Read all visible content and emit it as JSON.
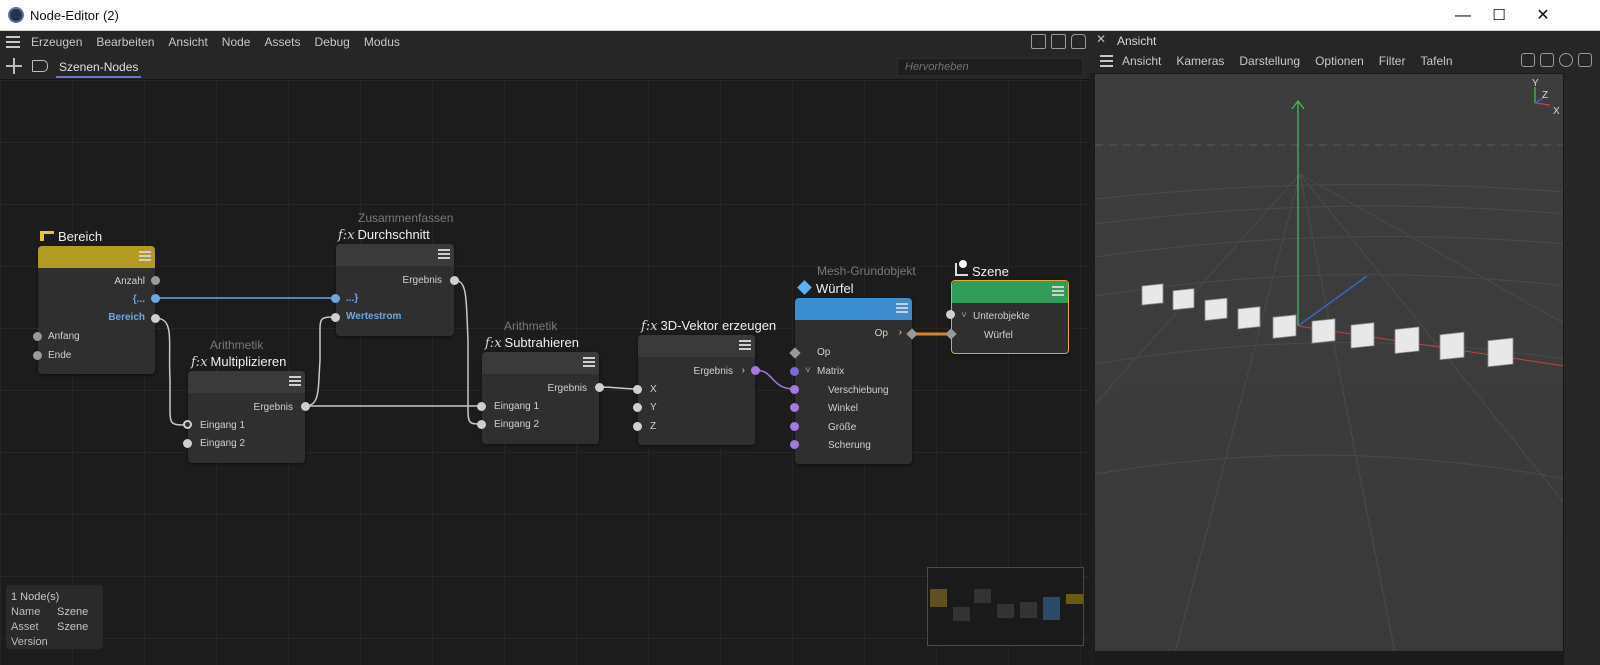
{
  "window": {
    "title": "Node-Editor (2)",
    "minimize": "—",
    "maximize": "☐",
    "close": "✕"
  },
  "menubar": {
    "items": [
      "Erzeugen",
      "Bearbeiten",
      "Ansicht",
      "Node",
      "Assets",
      "Debug",
      "Modus"
    ]
  },
  "tabbar": {
    "tab": "Szenen-Nodes",
    "highlight_placeholder": "Hervorheben"
  },
  "nodes": {
    "bereich": {
      "title": "Bereich",
      "ports": {
        "anzahl": "Anzahl",
        "range": "{...",
        "bereich": "Bereich",
        "anfang": "Anfang",
        "ende": "Ende"
      }
    },
    "durchschnitt": {
      "subtitle": "Zusammenfassen",
      "title": "Durchschnitt",
      "ports": {
        "ergebnis": "Ergebnis",
        "range": "...}",
        "wertestrom": "Wertestrom"
      }
    },
    "multiplizieren": {
      "subtitle": "Arithmetik",
      "title": "Multiplizieren",
      "ports": {
        "ergebnis": "Ergebnis",
        "eingang1": "Eingang 1",
        "eingang2": "Eingang 2"
      }
    },
    "subtrahieren": {
      "subtitle": "Arithmetik",
      "title": "Subtrahieren",
      "ports": {
        "ergebnis": "Ergebnis",
        "eingang1": "Eingang 1",
        "eingang2": "Eingang 2"
      }
    },
    "vektor": {
      "title": "3D-Vektor erzeugen",
      "ports": {
        "ergebnis": "Ergebnis",
        "x": "X",
        "y": "Y",
        "z": "Z"
      }
    },
    "wuerfel": {
      "subtitle": "Mesh-Grundobjekt",
      "title": "Würfel",
      "ports": {
        "op_out": "Op",
        "op": "Op",
        "matrix": "Matrix",
        "verschiebung": "Verschiebung",
        "winkel": "Winkel",
        "groesse": "Größe",
        "scherung": "Scherung"
      }
    },
    "szene": {
      "title": "Szene",
      "ports": {
        "unterobjekte": "Unterobjekte",
        "wuerfel": "Würfel"
      }
    }
  },
  "fx_glyph": "f:x",
  "info": {
    "count": "1 Node(s)",
    "name_label": "Name",
    "name_value": "Szene",
    "asset_label": "Asset",
    "asset_value": "Szene",
    "version_label": "Version"
  },
  "viewport": {
    "close": "✕",
    "title": "Ansicht",
    "menu": [
      "Ansicht",
      "Kameras",
      "Darstellung",
      "Optionen",
      "Filter",
      "Tafeln"
    ],
    "axis": {
      "y": "Y",
      "z": "Z",
      "x": "X"
    }
  },
  "colors": {
    "bereich_header": "#b39a22",
    "wuerfel_header": "#3b8ed0",
    "szene_header": "#2e9e5a",
    "szene_border": "#e8a33a",
    "wire": "#c8c8c8",
    "wire_blue": "#6fa6e0",
    "wire_purple": "#a47ae0",
    "wire_orange": "#d8861f"
  }
}
